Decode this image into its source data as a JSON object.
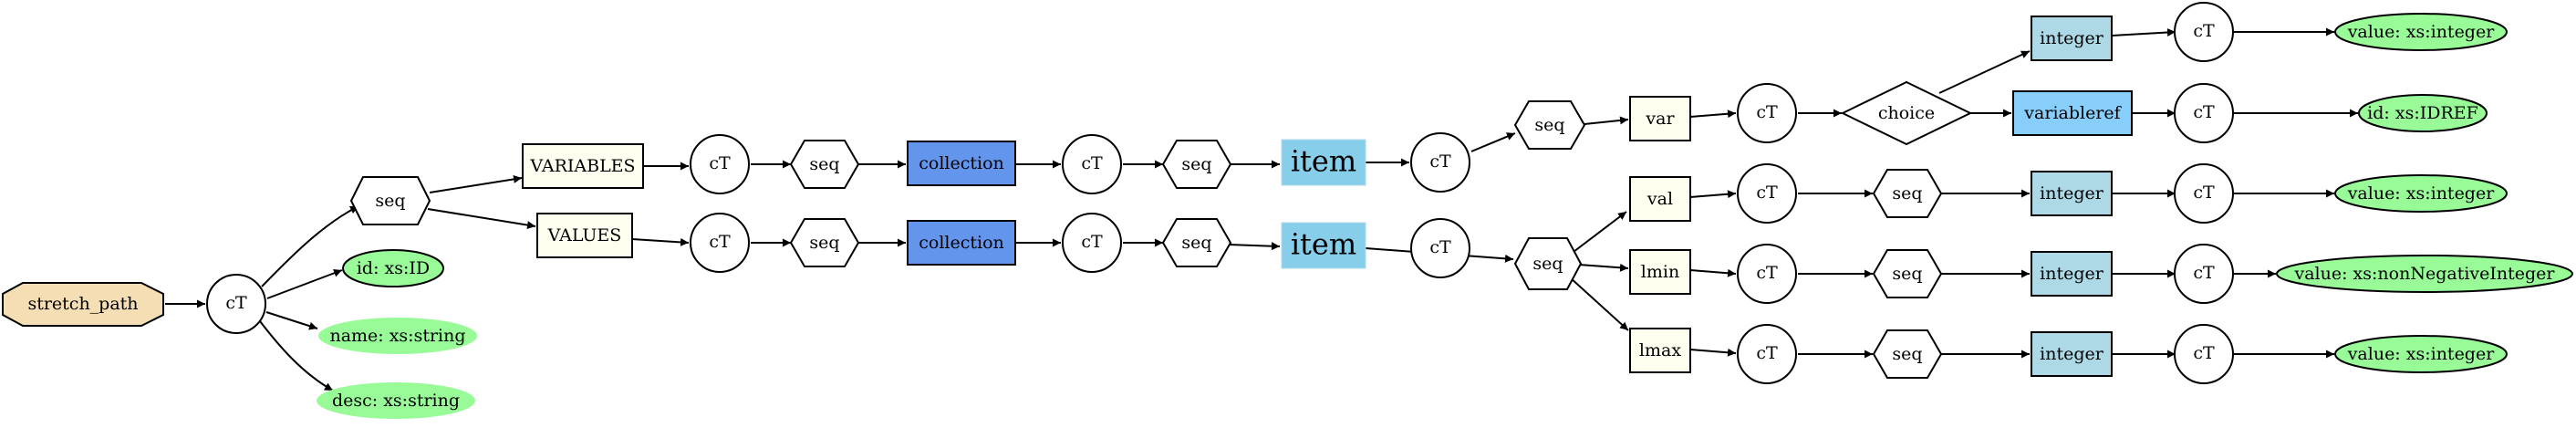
{
  "nodes": {
    "root": "stretch_path",
    "root_ct": "cT",
    "root_seq": "seq",
    "root_id": "id: xs:ID",
    "root_name": "name: xs:string",
    "root_desc": "desc: xs:string",
    "variables": "VARIABLES",
    "values": "VALUES",
    "var_ct1": "cT",
    "var_seq1": "seq",
    "var_collection": "collection",
    "var_ct2": "cT",
    "var_seq2": "seq",
    "var_item": "item",
    "var_ct3": "cT",
    "var_seq3": "seq",
    "var_var": "var",
    "var_ct4": "cT",
    "var_choice": "choice",
    "var_integer": "integer",
    "var_integer_ct": "cT",
    "var_integer_value": "value: xs:integer",
    "var_variableref": "variableref",
    "var_variableref_ct": "cT",
    "var_variableref_id": "id: xs:IDREF",
    "val_ct1": "cT",
    "val_seq1": "seq",
    "val_collection": "collection",
    "val_ct2": "cT",
    "val_seq2": "seq",
    "val_item": "item",
    "val_ct3": "cT",
    "val_seq3": "seq",
    "val_val": "val",
    "val_val_ct": "cT",
    "val_val_seq": "seq",
    "val_val_integer": "integer",
    "val_val_integer_ct": "cT",
    "val_val_value": "value: xs:integer",
    "val_lmin": "lmin",
    "val_lmin_ct": "cT",
    "val_lmin_seq": "seq",
    "val_lmin_integer": "integer",
    "val_lmin_integer_ct": "cT",
    "val_lmin_value": "value: xs:nonNegativeInteger",
    "val_lmax": "lmax",
    "val_lmax_ct": "cT",
    "val_lmax_seq": "seq",
    "val_lmax_integer": "integer",
    "val_lmax_integer_ct": "cT",
    "val_lmax_value": "value: xs:integer"
  },
  "colors": {
    "root_fill": "#f5deb3",
    "attribute_fill": "#98fb98",
    "element_fill": "#fffff0",
    "collection_fill": "#6495ed",
    "item_fill": "#87ceeb",
    "integer_fill": "#add8e6",
    "variableref_fill": "#87cefa",
    "white": "#ffffff"
  }
}
